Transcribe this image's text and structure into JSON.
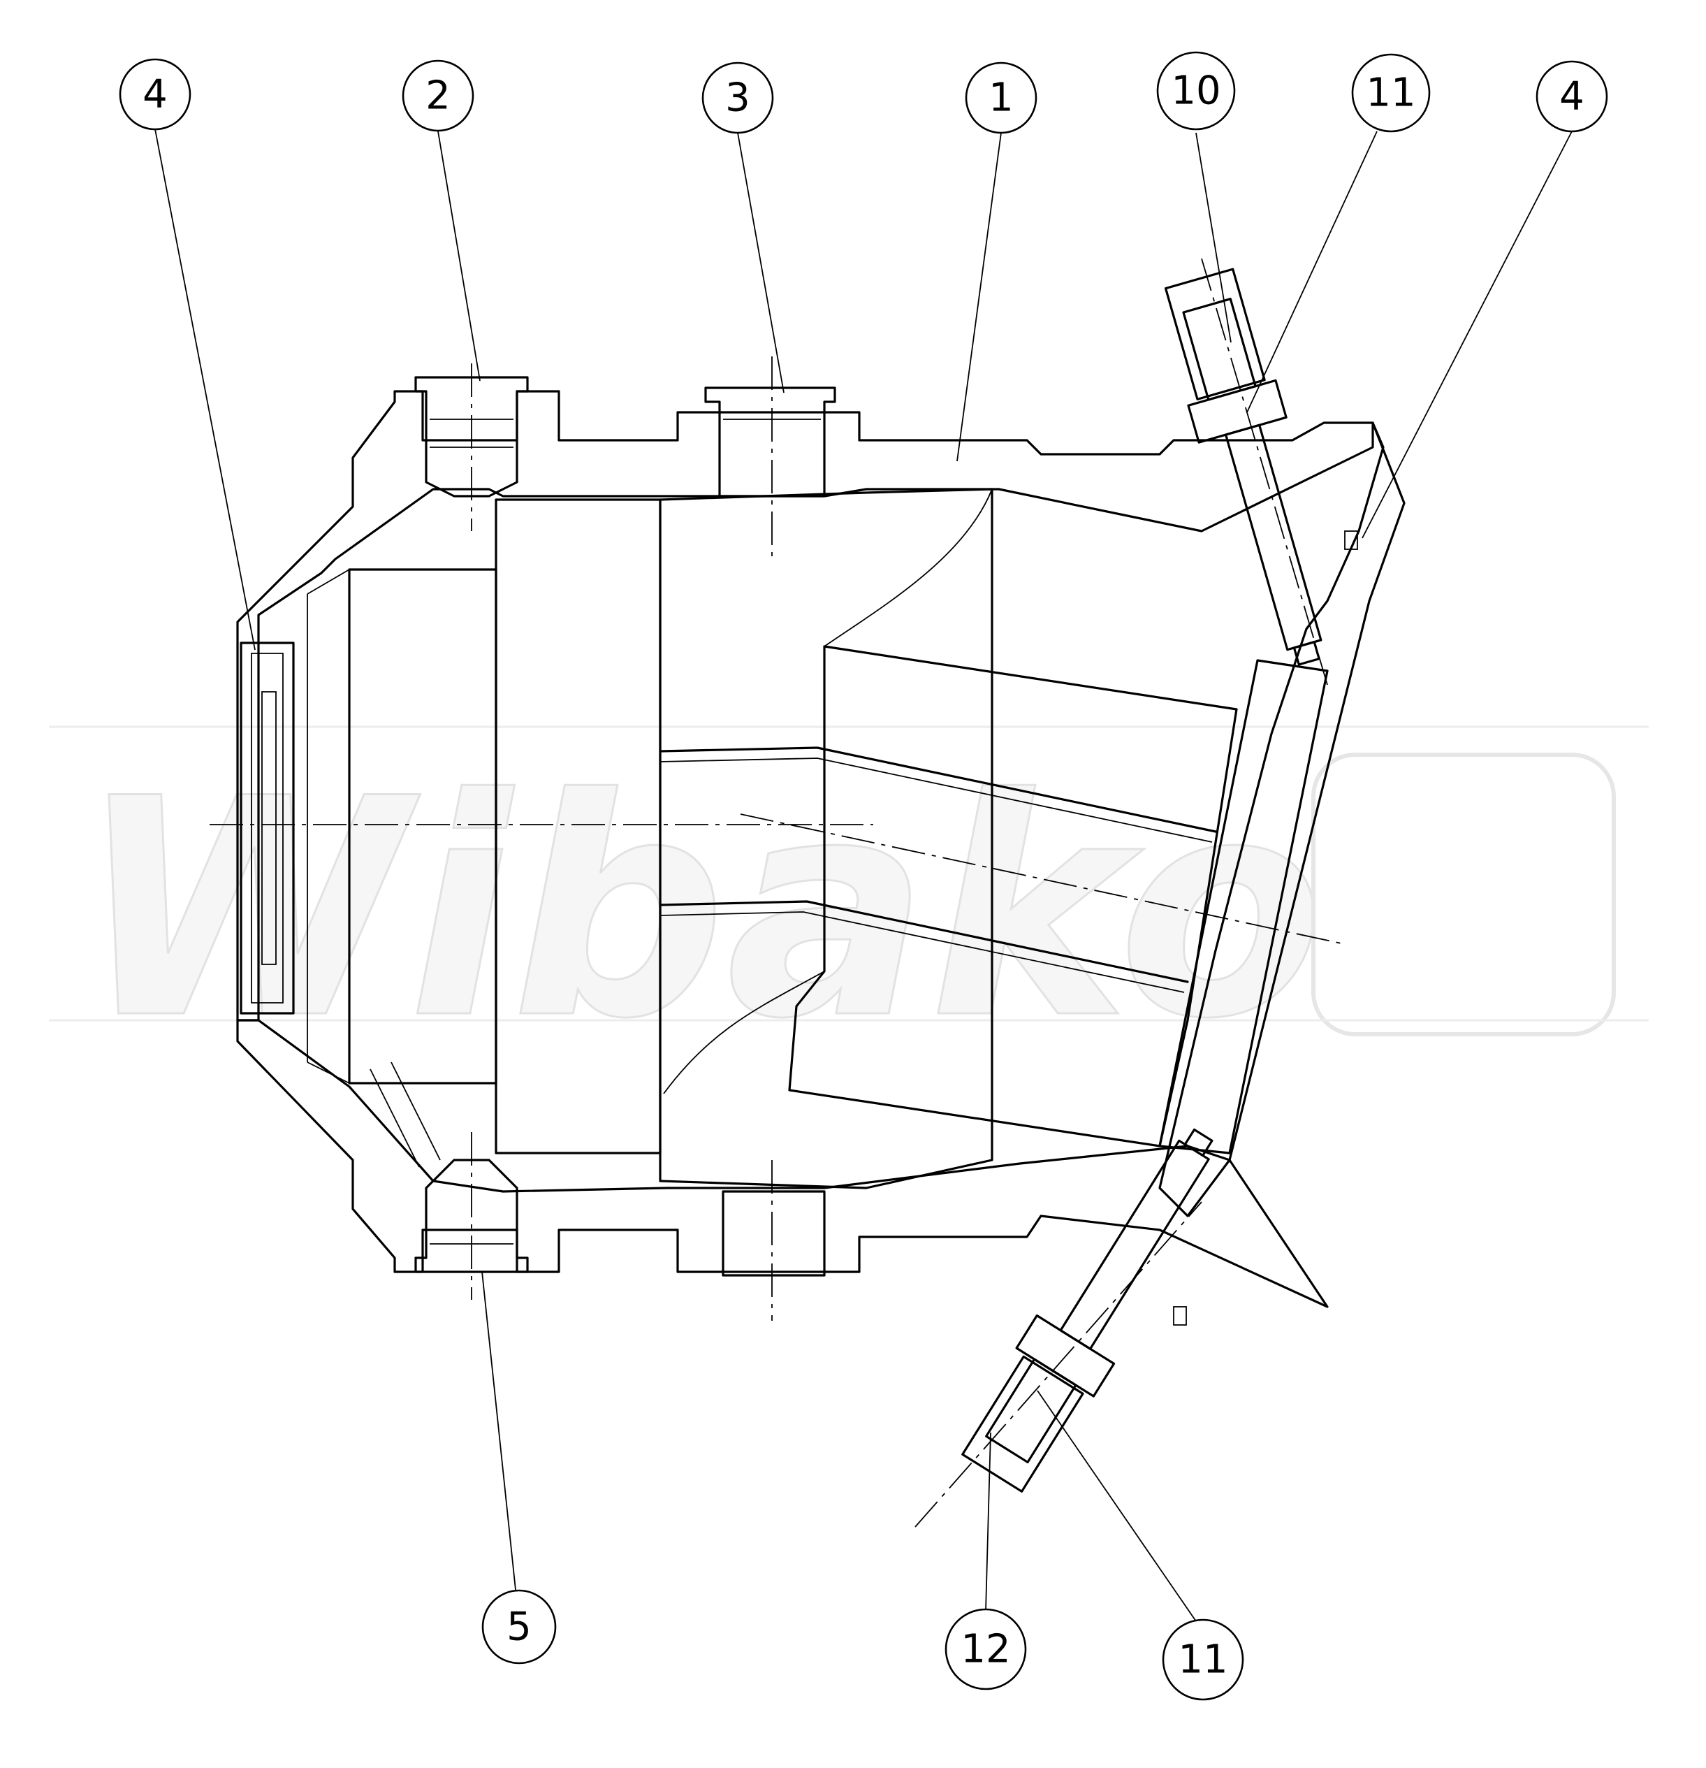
{
  "watermark": {
    "text": "Wibako"
  },
  "callouts": [
    {
      "id": "c-4-top-left",
      "label": "4"
    },
    {
      "id": "c-2",
      "label": "2"
    },
    {
      "id": "c-3",
      "label": "3"
    },
    {
      "id": "c-1",
      "label": "1"
    },
    {
      "id": "c-10",
      "label": "10"
    },
    {
      "id": "c-11-top",
      "label": "11"
    },
    {
      "id": "c-4-top-right",
      "label": "4"
    },
    {
      "id": "c-5",
      "label": "5"
    },
    {
      "id": "c-12",
      "label": "12"
    },
    {
      "id": "c-11-bottom",
      "label": "11"
    }
  ]
}
